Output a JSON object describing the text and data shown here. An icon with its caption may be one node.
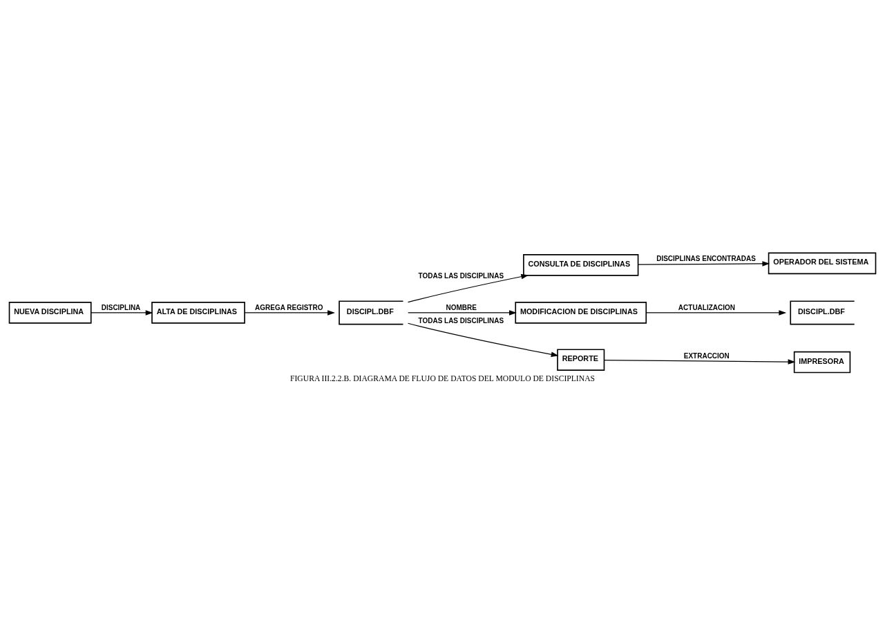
{
  "diagram": {
    "caption": "FIGURA III.2.2.B. DIAGRAMA DE FLUJO DE DATOS DEL MODULO DE DISCIPLINAS",
    "nodes": [
      {
        "text": [
          "NUEVA DISCIPLINA"
        ]
      },
      {
        "text": [
          "ALTA DE DISCIPLINAS"
        ]
      },
      {
        "text": [
          "DISCIPL.DBF"
        ]
      },
      {
        "text": [
          "CONSULTA DE DISCIPLINAS"
        ]
      },
      {
        "text": [
          "OPERADOR DEL SISTEMA"
        ]
      },
      {
        "text": [
          "MODIFICACION DE DISCIPLINAS"
        ]
      },
      {
        "text": [
          "DISCIPL.DBF"
        ]
      },
      {
        "text": [
          "REPORTE"
        ]
      },
      {
        "text": [
          "IMPRESORA"
        ]
      }
    ],
    "edges": [
      {
        "from": 0,
        "to": 1,
        "arrow": "to",
        "label": "DISCIPLINA"
      },
      {
        "from": 1,
        "to": 2,
        "arrow": "to",
        "label": "AGREGA REGISTRO"
      },
      {
        "from": 2,
        "to": 3,
        "arrow": "to",
        "label": "TODAS LAS DISCIPLINAS"
      },
      {
        "from": 2,
        "to": 5,
        "arrow": "to",
        "label": "NOMBRE"
      },
      {
        "from": 2,
        "to": 7,
        "arrow": "to",
        "label": "TODAS LAS DISCIPLINAS"
      },
      {
        "from": 3,
        "to": 4,
        "arrow": "to",
        "label": "DISCIPLINAS ENCONTRADAS"
      },
      {
        "from": 5,
        "to": 6,
        "arrow": "to",
        "label": "ACTUALIZACION"
      },
      {
        "from": 7,
        "to": 8,
        "arrow": "to",
        "label": "EXTRACCION"
      }
    ]
  }
}
